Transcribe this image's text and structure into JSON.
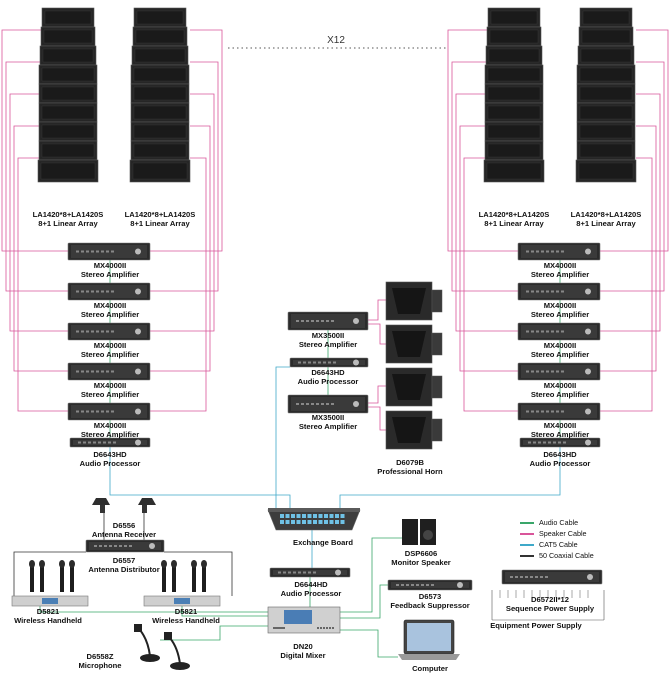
{
  "repeat_marker": "X12",
  "arrays": [
    {
      "model": "LA1420*8+LA1420S",
      "desc": "8+1 Linear Array"
    },
    {
      "model": "LA1420*8+LA1420S",
      "desc": "8+1 Linear Array"
    },
    {
      "model": "LA1420*8+LA1420S",
      "desc": "8+1 Linear Array"
    },
    {
      "model": "LA1420*8+LA1420S",
      "desc": "8+1 Linear Array"
    }
  ],
  "amplifier": {
    "model": "MX4000II",
    "desc": "Stereo Amplifier"
  },
  "center_amplifier": {
    "model": "MX3500II",
    "desc": "Stereo Amplifier"
  },
  "processor": {
    "model": "D6643HD",
    "desc": "Audio Processor"
  },
  "horn": {
    "model": "D6079B",
    "desc": "Professional Horn"
  },
  "exchange_board": {
    "label": "Exchange Board"
  },
  "antenna_receiver": {
    "model": "D6556",
    "desc": "Antenna Receiver"
  },
  "antenna_distributor": {
    "model": "D6557",
    "desc": "Antenna Distributor"
  },
  "wireless": [
    {
      "model": "D5821",
      "desc": "Wireless Handheld"
    },
    {
      "model": "D5821",
      "desc": "Wireless Handheld"
    }
  ],
  "microphone": {
    "model": "D6558Z",
    "desc": "Microphone"
  },
  "main_processor": {
    "model": "D6644HD",
    "desc": "Audio Processor"
  },
  "mixer": {
    "model": "DN20",
    "desc": "Digital Mixer"
  },
  "monitor": {
    "model": "DSP6606",
    "desc": "Monitor Speaker"
  },
  "feedback": {
    "model": "D6573",
    "desc": "Feedback Suppressor"
  },
  "computer": {
    "label": "Computer"
  },
  "sequencer": {
    "model": "D6572II*12",
    "desc": "Sequence Power Supply"
  },
  "equipment_power": {
    "label": "Equipment Power Supply"
  },
  "legend": [
    {
      "label": "Audio Cable",
      "color": "#3aa66a"
    },
    {
      "label": "Speaker Cable",
      "color": "#d9559a"
    },
    {
      "label": "CAT5 Cable",
      "color": "#3fa9c9"
    },
    {
      "label": "50 Coaxial Cable",
      "color": "#333333"
    }
  ],
  "colors": {
    "audio": "#3aa66a",
    "speaker": "#d9559a",
    "cat5": "#3fa9c9",
    "coax": "#333333",
    "device": "#2a2a2a"
  }
}
